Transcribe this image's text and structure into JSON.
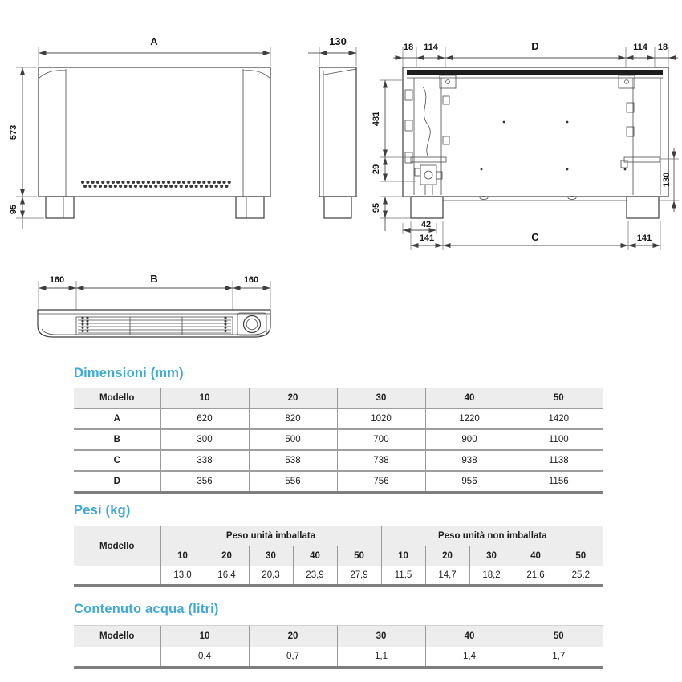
{
  "headings": {
    "dimensions": "Dimensioni (mm)",
    "weights": "Pesi (kg)",
    "water": "Contenuto acqua (litri)"
  },
  "drawings": {
    "front": {
      "width": "A",
      "height": "573",
      "foot": "95"
    },
    "side": {
      "depth": "130"
    },
    "rear": {
      "top": [
        "18",
        "114",
        "D",
        "114",
        "18"
      ],
      "left": [
        "481",
        "29",
        "95"
      ],
      "right": [
        "130"
      ],
      "bottom": [
        "42",
        "141",
        "C",
        "141"
      ]
    },
    "top_view": {
      "labels": [
        "160",
        "B",
        "160"
      ]
    }
  },
  "dimensions_table": {
    "header": [
      "Modello",
      "10",
      "20",
      "30",
      "40",
      "50"
    ],
    "rows": [
      {
        "label": "A",
        "values": [
          "620",
          "820",
          "1020",
          "1220",
          "1420"
        ]
      },
      {
        "label": "B",
        "values": [
          "300",
          "500",
          "700",
          "900",
          "1100"
        ]
      },
      {
        "label": "C",
        "values": [
          "338",
          "538",
          "738",
          "938",
          "1138"
        ]
      },
      {
        "label": "D",
        "values": [
          "356",
          "556",
          "756",
          "956",
          "1156"
        ]
      }
    ]
  },
  "weights_table": {
    "model_header": "Modello",
    "groups": [
      "Peso unità imballata",
      "Peso unità non imballata"
    ],
    "models": [
      "10",
      "20",
      "30",
      "40",
      "50",
      "10",
      "20",
      "30",
      "40",
      "50"
    ],
    "values": [
      "13,0",
      "16,4",
      "20,3",
      "23,9",
      "27,9",
      "11,5",
      "14,7",
      "18,2",
      "21,6",
      "25,2"
    ]
  },
  "water_table": {
    "header": [
      "Modello",
      "10",
      "20",
      "30",
      "40",
      "50"
    ],
    "values": [
      "0,4",
      "0,7",
      "1,1",
      "1,4",
      "1,7"
    ]
  },
  "colors": {
    "accent": "#3fa9d7",
    "header_bg": "#ededed",
    "grid_line": "#9a9a9a",
    "thick_border": "#7e7e7e",
    "drawing_line": "#3c3c3c"
  }
}
